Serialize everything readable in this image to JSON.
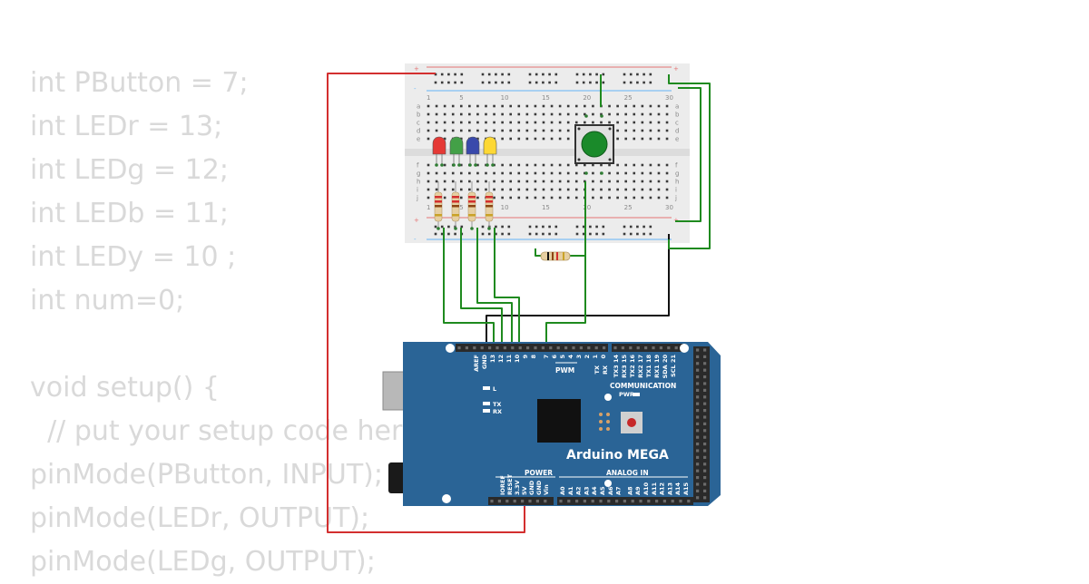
{
  "code_lines": [
    "int PButton = 7;",
    "int LEDr = 13;",
    "int LEDg = 12;",
    "int LEDb = 11;",
    "int LEDy = 10 ;",
    "int num=0;",
    "",
    "void setup() {",
    "  // put your setup code her",
    "pinMode(PButton, INPUT);",
    "pinMode(LEDr, OUTPUT);",
    "pinMode(LEDg, OUTPUT);"
  ],
  "breadboard": {
    "column_numbers": [
      "1",
      "5",
      "10",
      "15",
      "20",
      "25",
      "30"
    ],
    "row_letters_top": [
      "a",
      "b",
      "c",
      "d",
      "e"
    ],
    "row_letters_bottom": [
      "f",
      "g",
      "h",
      "i",
      "j"
    ],
    "plus": "+",
    "minus": "-"
  },
  "leds": [
    {
      "color": "red",
      "hex": "#e53935"
    },
    {
      "color": "green",
      "hex": "#43a047"
    },
    {
      "color": "blue",
      "hex": "#3949ab"
    },
    {
      "color": "yellow",
      "hex": "#fdd835"
    }
  ],
  "arduino": {
    "name": "Arduino MEGA",
    "top_pins": [
      "AREF",
      "GND",
      "13",
      "12",
      "11",
      "10",
      "9",
      "8"
    ],
    "pwm_pins": [
      "7",
      "6",
      "5",
      "4",
      "3",
      "2",
      "1",
      "0"
    ],
    "tx_rx": [
      "TX",
      "RX"
    ],
    "comm_pins": [
      "TX3 14",
      "RX3 15",
      "TX2 16",
      "RX2 17",
      "TX1 18",
      "RX1 19",
      "SDA 20",
      "SCL 21"
    ],
    "pwm_label": "PWM",
    "communication_label": "COMMUNICATION",
    "pwr_label": "PWR",
    "led_labels": [
      "L",
      "TX",
      "RX"
    ],
    "power_label": "POWER",
    "power_pins": [
      "IOREF",
      "RESET",
      "3.3V",
      "5V",
      "GND",
      "GND",
      "Vin"
    ],
    "analog_label": "ANALOG IN",
    "analog_pins": [
      "A0",
      "A1",
      "A2",
      "A3",
      "A4",
      "A5",
      "A6",
      "A7",
      "A8",
      "A9",
      "A10",
      "A11",
      "A12",
      "A13",
      "A14",
      "A15"
    ]
  },
  "colors": {
    "wire_green": "#1f8a1f",
    "wire_red": "#d32f2f",
    "wire_black": "#111111",
    "board_blue": "#2a6496",
    "code_text": "#d9d9d9"
  }
}
